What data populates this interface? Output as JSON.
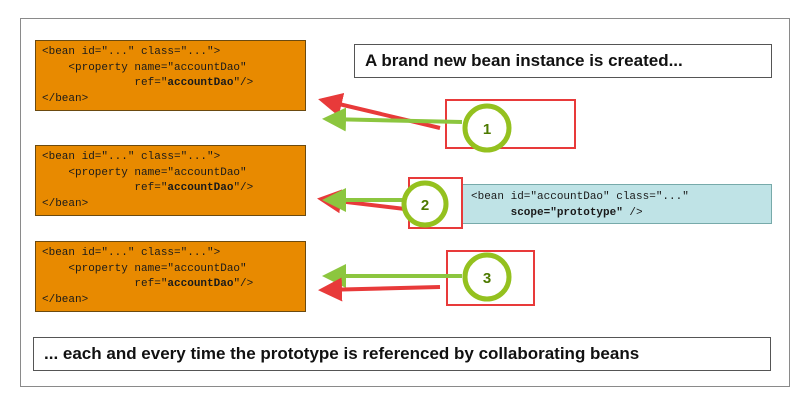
{
  "code_line_open": "<bean id=\"...\" class=\"...\">",
  "code_line_property": "    <property name=\"accountDao\"",
  "code_line_ref_prefix": "              ref=\"",
  "code_line_ref_value": "accountDao",
  "code_line_ref_suffix": "\"/>",
  "code_line_close": "</bean>",
  "prototype_line1": "<bean id=\"accountDao\" class=\"...\"",
  "prototype_line2_indent": "      ",
  "prototype_scope": "scope=\"prototype\"",
  "prototype_line2_end": " />",
  "message_top": "A brand new bean instance is created...",
  "message_bottom": "... each and every time the prototype is referenced by collaborating beans",
  "steps": [
    "1",
    "2",
    "3"
  ],
  "colors": {
    "code_bg": "#e88a00",
    "prototype_bg": "#bfe3e6",
    "arrow_red": "#e83a3a",
    "arrow_green": "#8cc63f",
    "circle_green": "#94c11f"
  }
}
